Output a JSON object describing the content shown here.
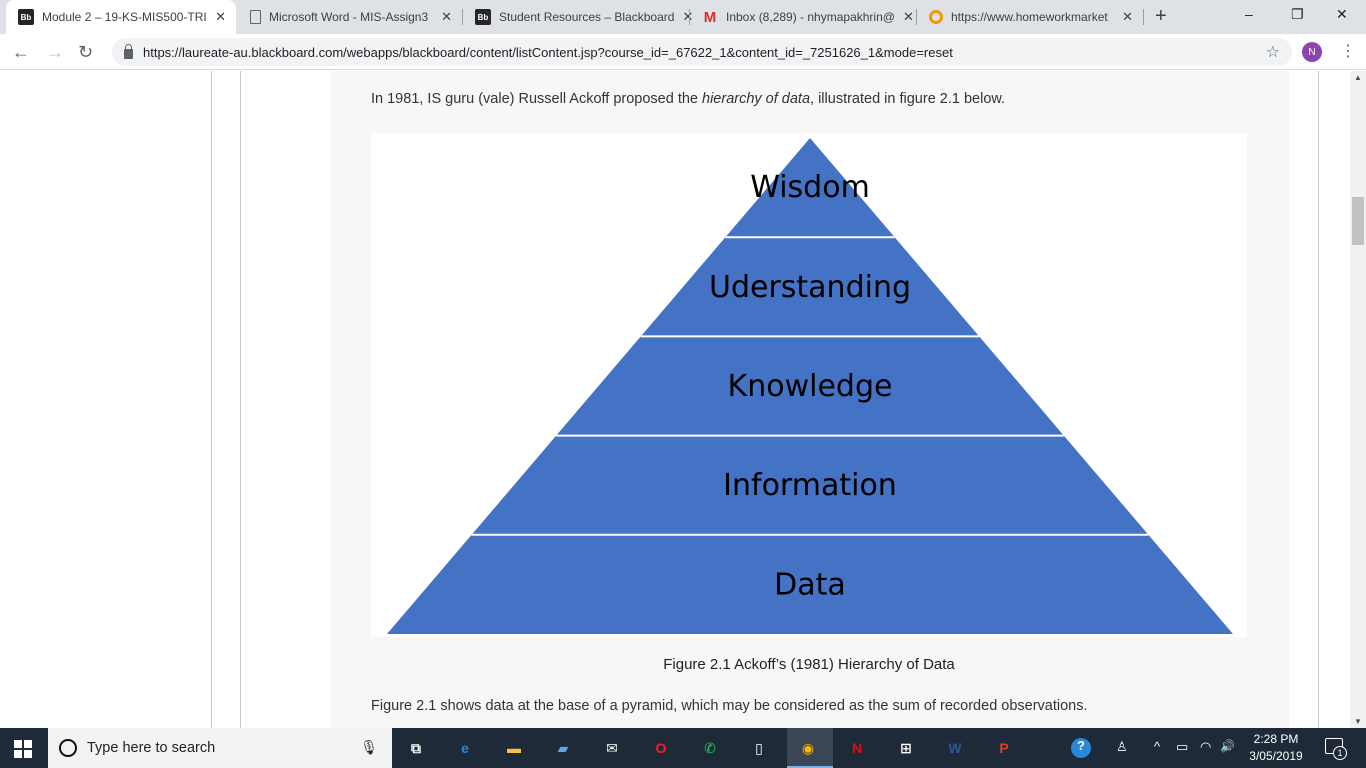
{
  "browser": {
    "tabs": [
      {
        "label": "Module 2 – 19-KS-MIS500-TRI",
        "favicon": "blackboard-icon",
        "active": true
      },
      {
        "label": "Microsoft Word - MIS-Assign3",
        "favicon": "document-icon",
        "active": false
      },
      {
        "label": "Student Resources – Blackboard",
        "favicon": "blackboard-icon",
        "active": false
      },
      {
        "label": "Inbox (8,289) - nhymapakhrin@",
        "favicon": "gmail-icon",
        "active": false
      },
      {
        "label": "https://www.homeworkmarket",
        "favicon": "homeworkmarket-icon",
        "active": false
      }
    ],
    "favicon_text": "Bb",
    "gmail_glyph": "M",
    "close_glyph": "✕",
    "new_tab_glyph": "+",
    "window_controls": {
      "minimize": "–",
      "restore": "❐",
      "close": "✕"
    },
    "nav": {
      "back": "←",
      "forward": "→",
      "reload": "↻"
    },
    "url": "https://laureate-au.blackboard.com/webapps/blackboard/content/listContent.jsp?course_id=_67622_1&content_id=_7251626_1&mode=reset",
    "bookmark_glyph": "☆",
    "profile_initial": "N",
    "menu_glyph": "⋮"
  },
  "content": {
    "intro_before": "In 1981, IS guru (vale) Russell Ackoff proposed the ",
    "intro_em": "hierarchy of data",
    "intro_after": ", illustrated in figure 2.1 below.",
    "figure": {
      "levels": [
        "Wisdom",
        "Uderstanding",
        "Knowledge",
        "Information",
        "Data"
      ],
      "fill_color": "#4472c4",
      "divider_color": "#ffffff"
    },
    "caption": "Figure 2.1 Ackoff’s (1981) Hierarchy of Data",
    "follow_text": "Figure 2.1 shows data at the base of a pyramid, which may be considered as the sum of recorded observations."
  },
  "scrollbar": {
    "up": "▲",
    "down": "▼"
  },
  "taskbar": {
    "search_placeholder": "Type here to search",
    "mic_glyph": "🎙",
    "apps": [
      {
        "name": "task-view-icon",
        "glyph": "⧉",
        "color": "#ffffff"
      },
      {
        "name": "edge-icon",
        "glyph": "e",
        "color": "#2b88d8"
      },
      {
        "name": "file-explorer-icon",
        "glyph": "▬",
        "color": "#f6c04a"
      },
      {
        "name": "network-icon",
        "glyph": "▰",
        "color": "#5ba4e5"
      },
      {
        "name": "mail-icon",
        "glyph": "✉",
        "color": "#ffffff"
      },
      {
        "name": "opera-icon",
        "glyph": "O",
        "color": "#ff1b2d"
      },
      {
        "name": "whatsapp-icon",
        "glyph": "✆",
        "color": "#25d366"
      },
      {
        "name": "file-icon",
        "glyph": "▯",
        "color": "#ffffff"
      },
      {
        "name": "chrome-icon",
        "glyph": "◉",
        "color": "#fbbc05"
      },
      {
        "name": "netflix-icon",
        "glyph": "N",
        "color": "#e50914"
      },
      {
        "name": "store-icon",
        "glyph": "⊞",
        "color": "#ffffff"
      },
      {
        "name": "word-icon",
        "glyph": "W",
        "color": "#2b579a"
      },
      {
        "name": "powerpoint-icon",
        "glyph": "P",
        "color": "#d24726"
      }
    ],
    "tray": {
      "help_glyph": "?",
      "people_glyph": "♙",
      "chevron_glyph": "^",
      "battery_glyph": "▭",
      "wifi_glyph": "◠",
      "volume_glyph": "🔊"
    },
    "time": "2:28 PM",
    "date": "3/05/2019",
    "notification_count": "1"
  }
}
